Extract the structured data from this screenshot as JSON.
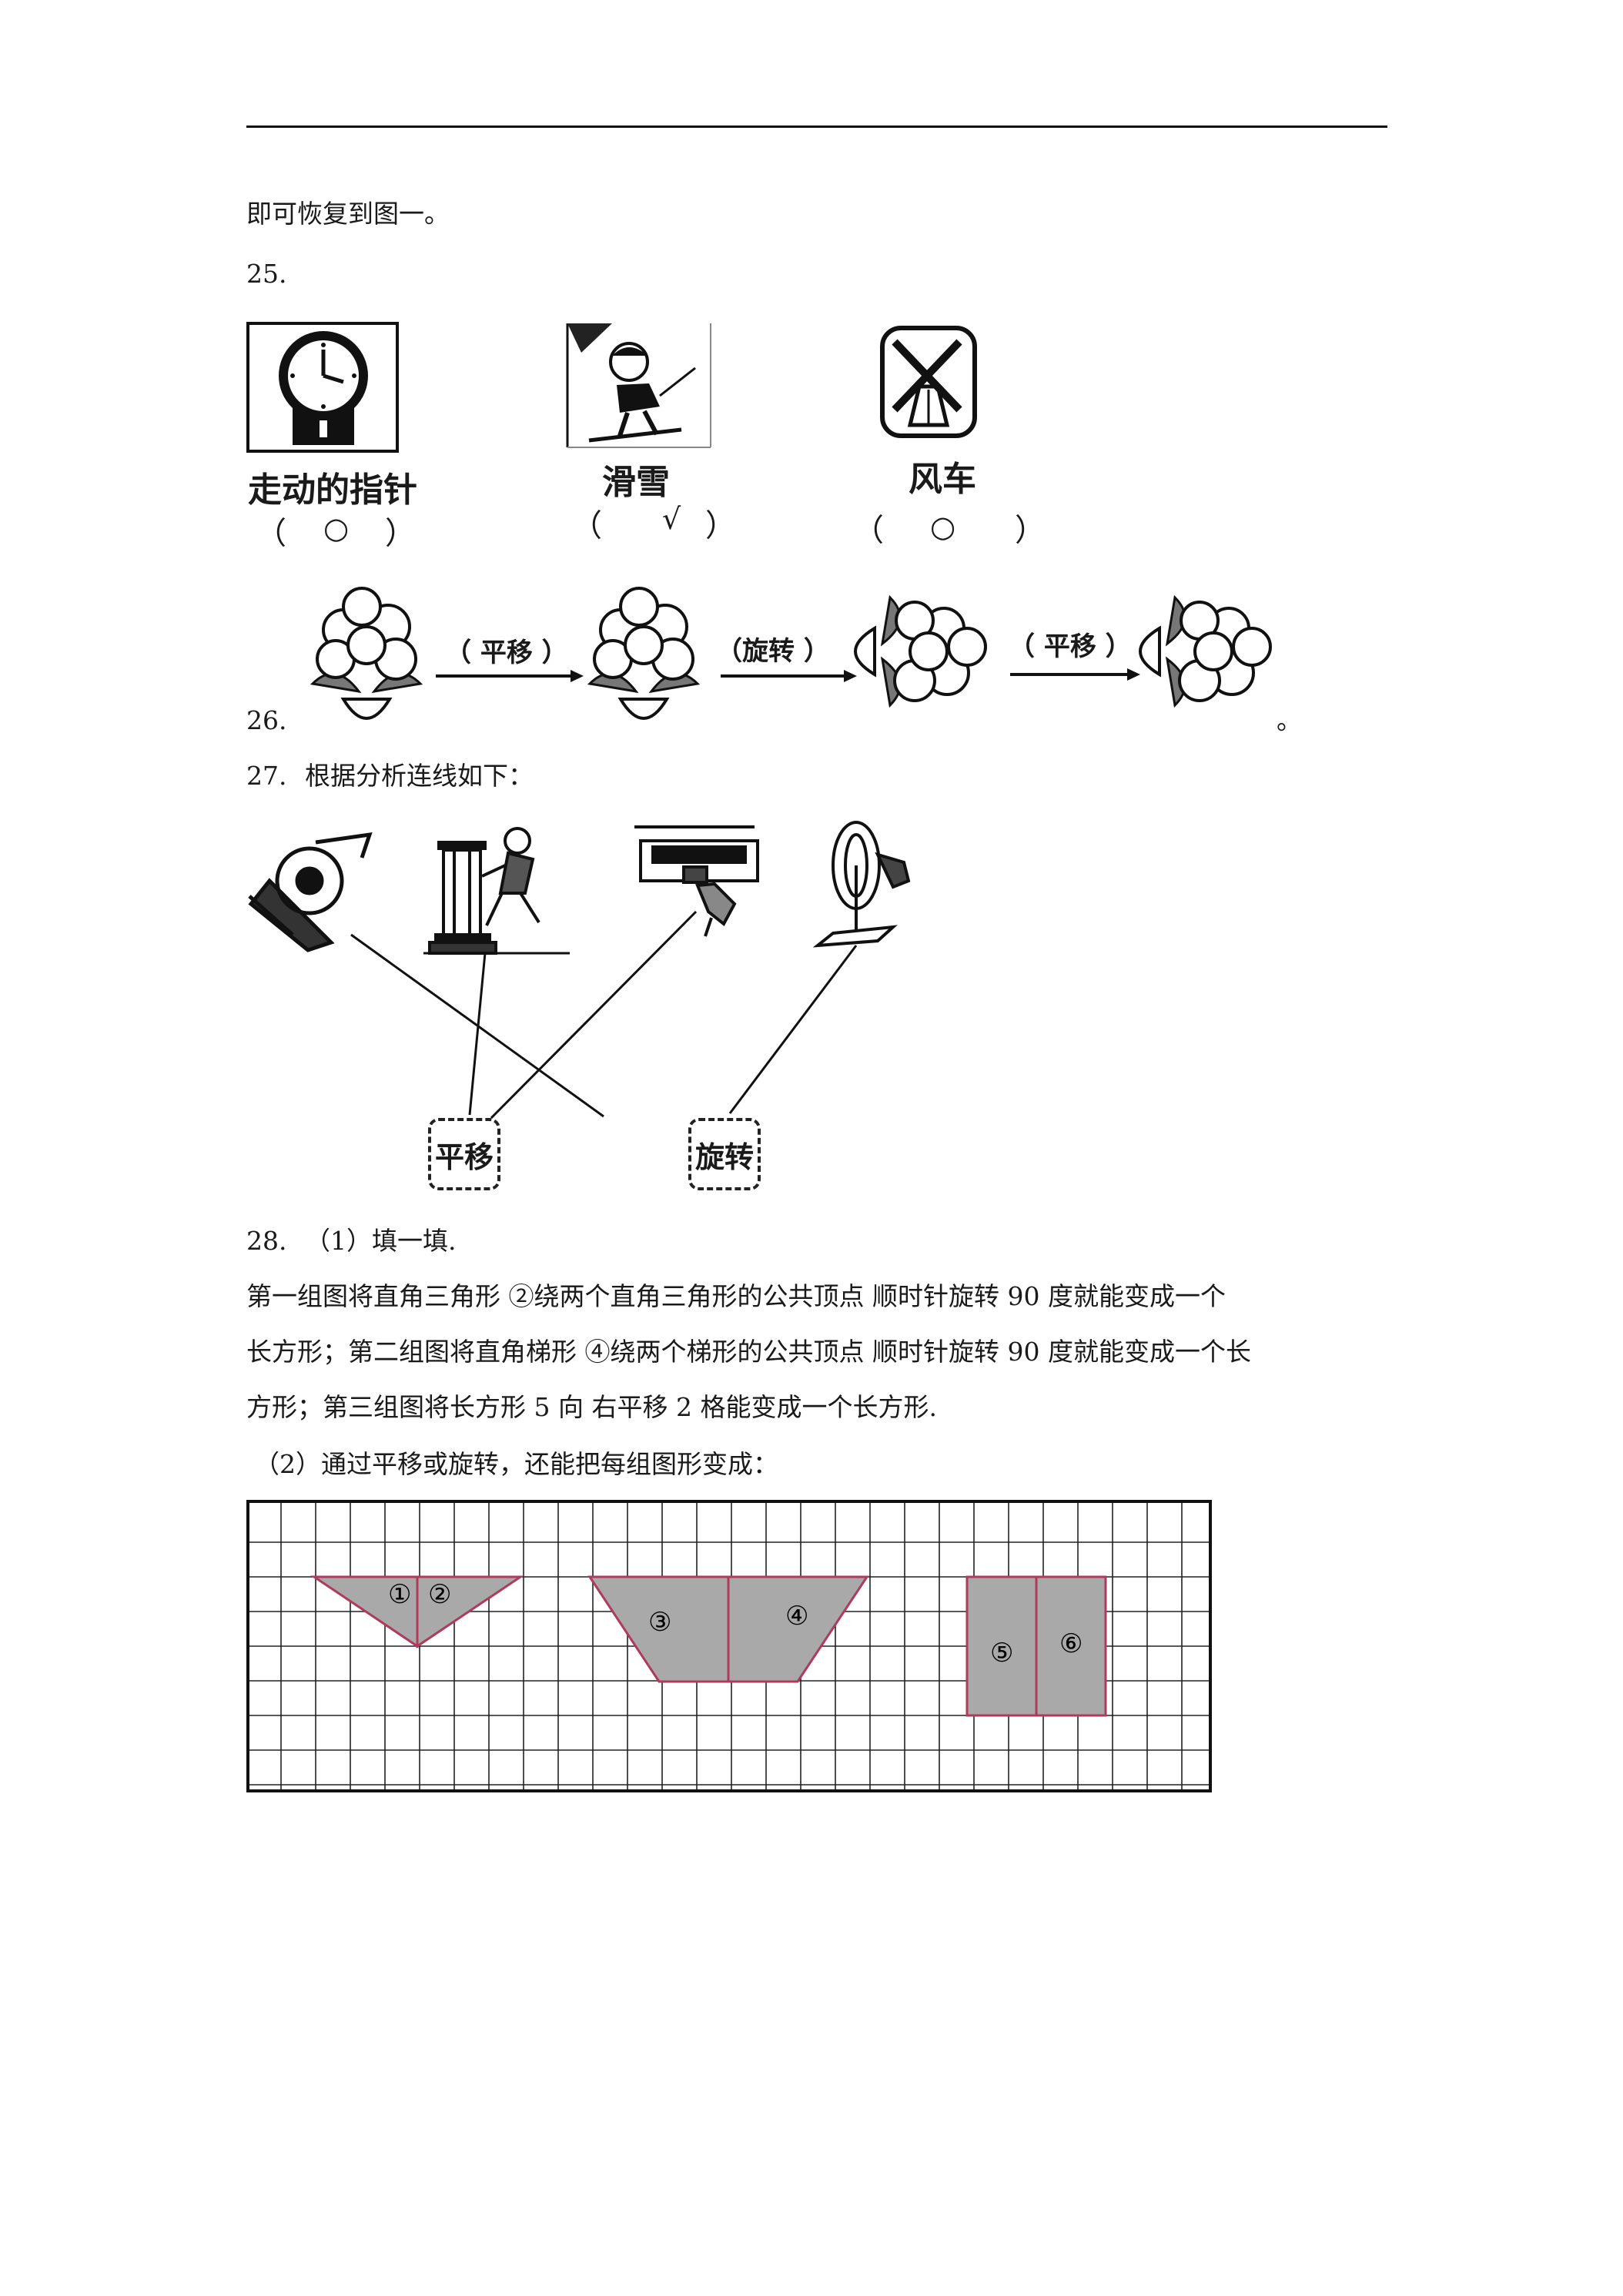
{
  "prev_continuation": "即可恢复到图一。",
  "q25": {
    "number": "25.",
    "items": [
      {
        "icon": "clock-icon",
        "label": "走动的指针",
        "open": "（",
        "mark": "○",
        "close": "）"
      },
      {
        "icon": "skier-icon",
        "label": "滑雪",
        "open": "（",
        "mark": "√",
        "close": "）"
      },
      {
        "icon": "windmill-icon",
        "label": "风车",
        "open": "（",
        "mark": "○",
        "close": "）"
      }
    ]
  },
  "q26": {
    "number": "26.",
    "end_mark": "。",
    "steps": [
      "（ 平移 ）",
      "（旋转 ）",
      "（ 平移 ）"
    ]
  },
  "q27": {
    "number": "27.",
    "text": "根据分析连线如下：",
    "box_translate": "平移",
    "box_rotate": "旋转"
  },
  "q28": {
    "number": "28.",
    "part1_title": "（1）填一填.",
    "para_line1": "第一组图将直角三角形 ②绕两个直角三角形的公共顶点  顺时针旋转  90 度就能变成一个",
    "para_line2": "长方形；第二组图将直角梯形 ④绕两个梯形的公共顶点  顺时针旋转  90 度就能变成一个长",
    "para_line3": "方形；第三组图将长方形  5 向  右平移  2 格能变成一个长方形.",
    "part2_title": "（2）通过平移或旋转，还能把每组图形变成：",
    "shape_labels": [
      "①",
      "②",
      "③",
      "④",
      "⑤",
      "⑥"
    ]
  },
  "colors": {
    "shape_fill": "#a9a9a9",
    "shape_edge": "#b03a5b",
    "grid": "#222222"
  }
}
